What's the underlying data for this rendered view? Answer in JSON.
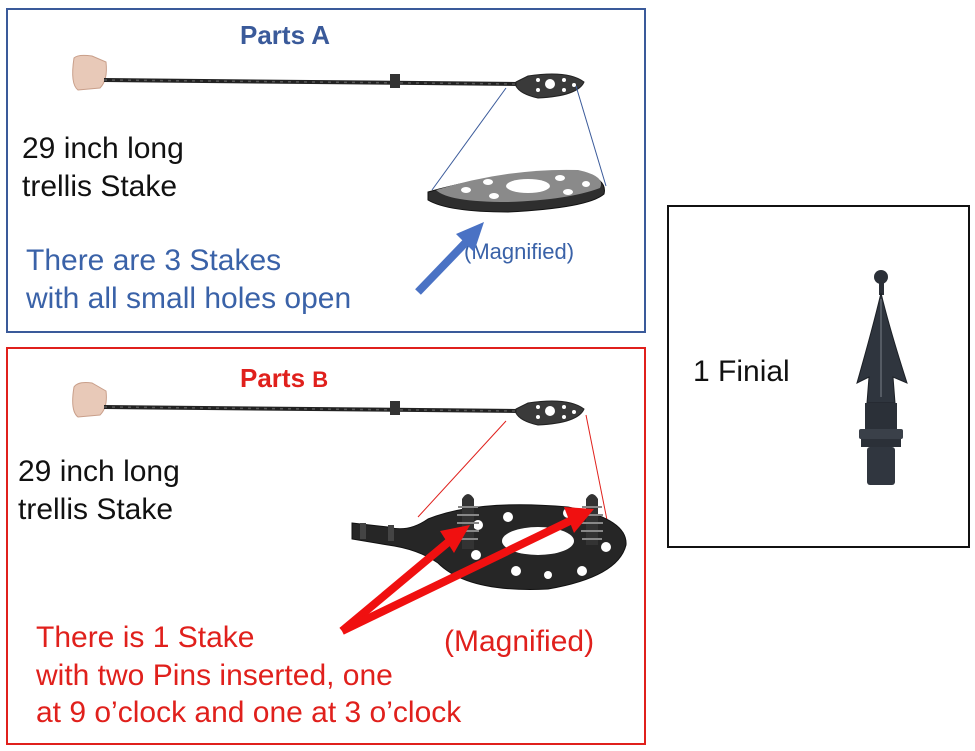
{
  "parts_a": {
    "title": "Parts A",
    "stake_label": "29 inch long\ntrellis Stake",
    "note": "There are 3 Stakes\nwith all small holes open",
    "magnified": "(Magnified)",
    "colors": {
      "border": "#3a5a9a",
      "text": "#3a62a8",
      "arrow": "#4a72c4"
    }
  },
  "parts_b": {
    "title_main": "Parts ",
    "title_letter": "B",
    "stake_label": "29 inch long\ntrellis Stake",
    "note": "There is 1 Stake\nwith two Pins inserted, one\nat 9 o’clock and one at 3 o’clock",
    "magnified": "(Magnified)",
    "colors": {
      "border": "#e0201c",
      "text": "#e0201c",
      "arrow": "#f01010"
    }
  },
  "finial": {
    "label": "1 Finial"
  },
  "icons": [
    "hand-icon",
    "trellis-stake-icon",
    "stake-disc-icon",
    "pin-icon",
    "finial-icon",
    "arrow-icon"
  ]
}
